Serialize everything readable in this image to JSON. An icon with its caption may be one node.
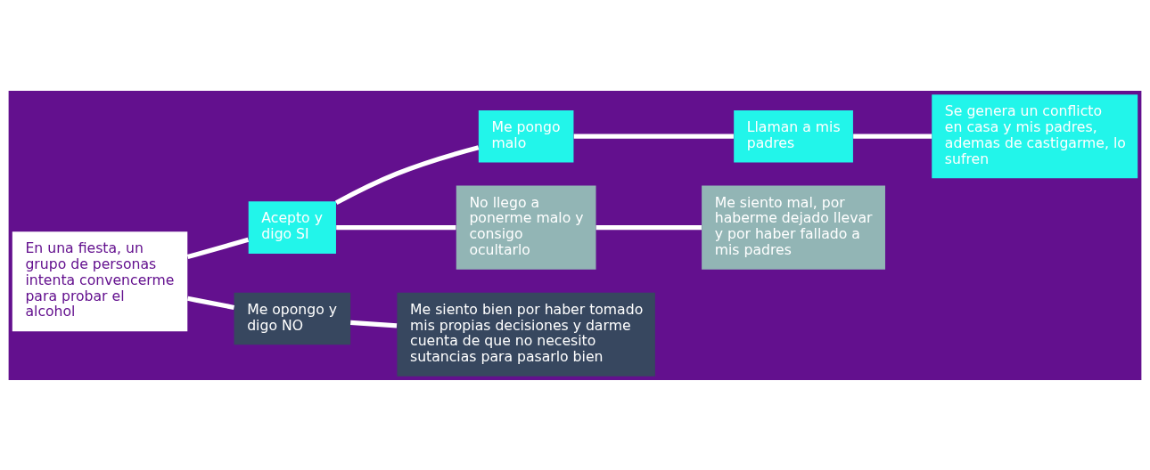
{
  "diagram": {
    "nodes": [
      {
        "text": [
          "En una fiesta, un grupo de personas intenta convencerme para probar el alcohol"
        ]
      },
      {
        "text": [
          "Acepto y digo SI"
        ]
      },
      {
        "text": [
          "Me opongo y digo NO"
        ]
      },
      {
        "text": [
          "Me pongo malo"
        ]
      },
      {
        "text": [
          "No llego a ponerme malo y consigo ocultarlo"
        ]
      },
      {
        "text": [
          "Me siento bien por haber tomado mis propias decisiones y darme cuenta de que no necesito sutancias para pasarlo bien"
        ]
      },
      {
        "text": [
          "Llaman a mis padres"
        ]
      },
      {
        "text": [
          "Me siento mal, por haberme dejado llevar y por haber fallado a mis padres"
        ]
      },
      {
        "text": [
          "Se genera un conflicto en casa y mis padres, ademas de castigarme, lo sufren"
        ]
      }
    ],
    "edges": [
      {
        "from": 0,
        "to": 1,
        "arrow": "none"
      },
      {
        "from": 0,
        "to": 2,
        "arrow": "none"
      },
      {
        "from": 1,
        "to": 3,
        "arrow": "none"
      },
      {
        "from": 1,
        "to": 4,
        "arrow": "none"
      },
      {
        "from": 2,
        "to": 5,
        "arrow": "none"
      },
      {
        "from": 3,
        "to": 6,
        "arrow": "none"
      },
      {
        "from": 4,
        "to": 7,
        "arrow": "none"
      },
      {
        "from": 6,
        "to": 8,
        "arrow": "none"
      }
    ]
  }
}
